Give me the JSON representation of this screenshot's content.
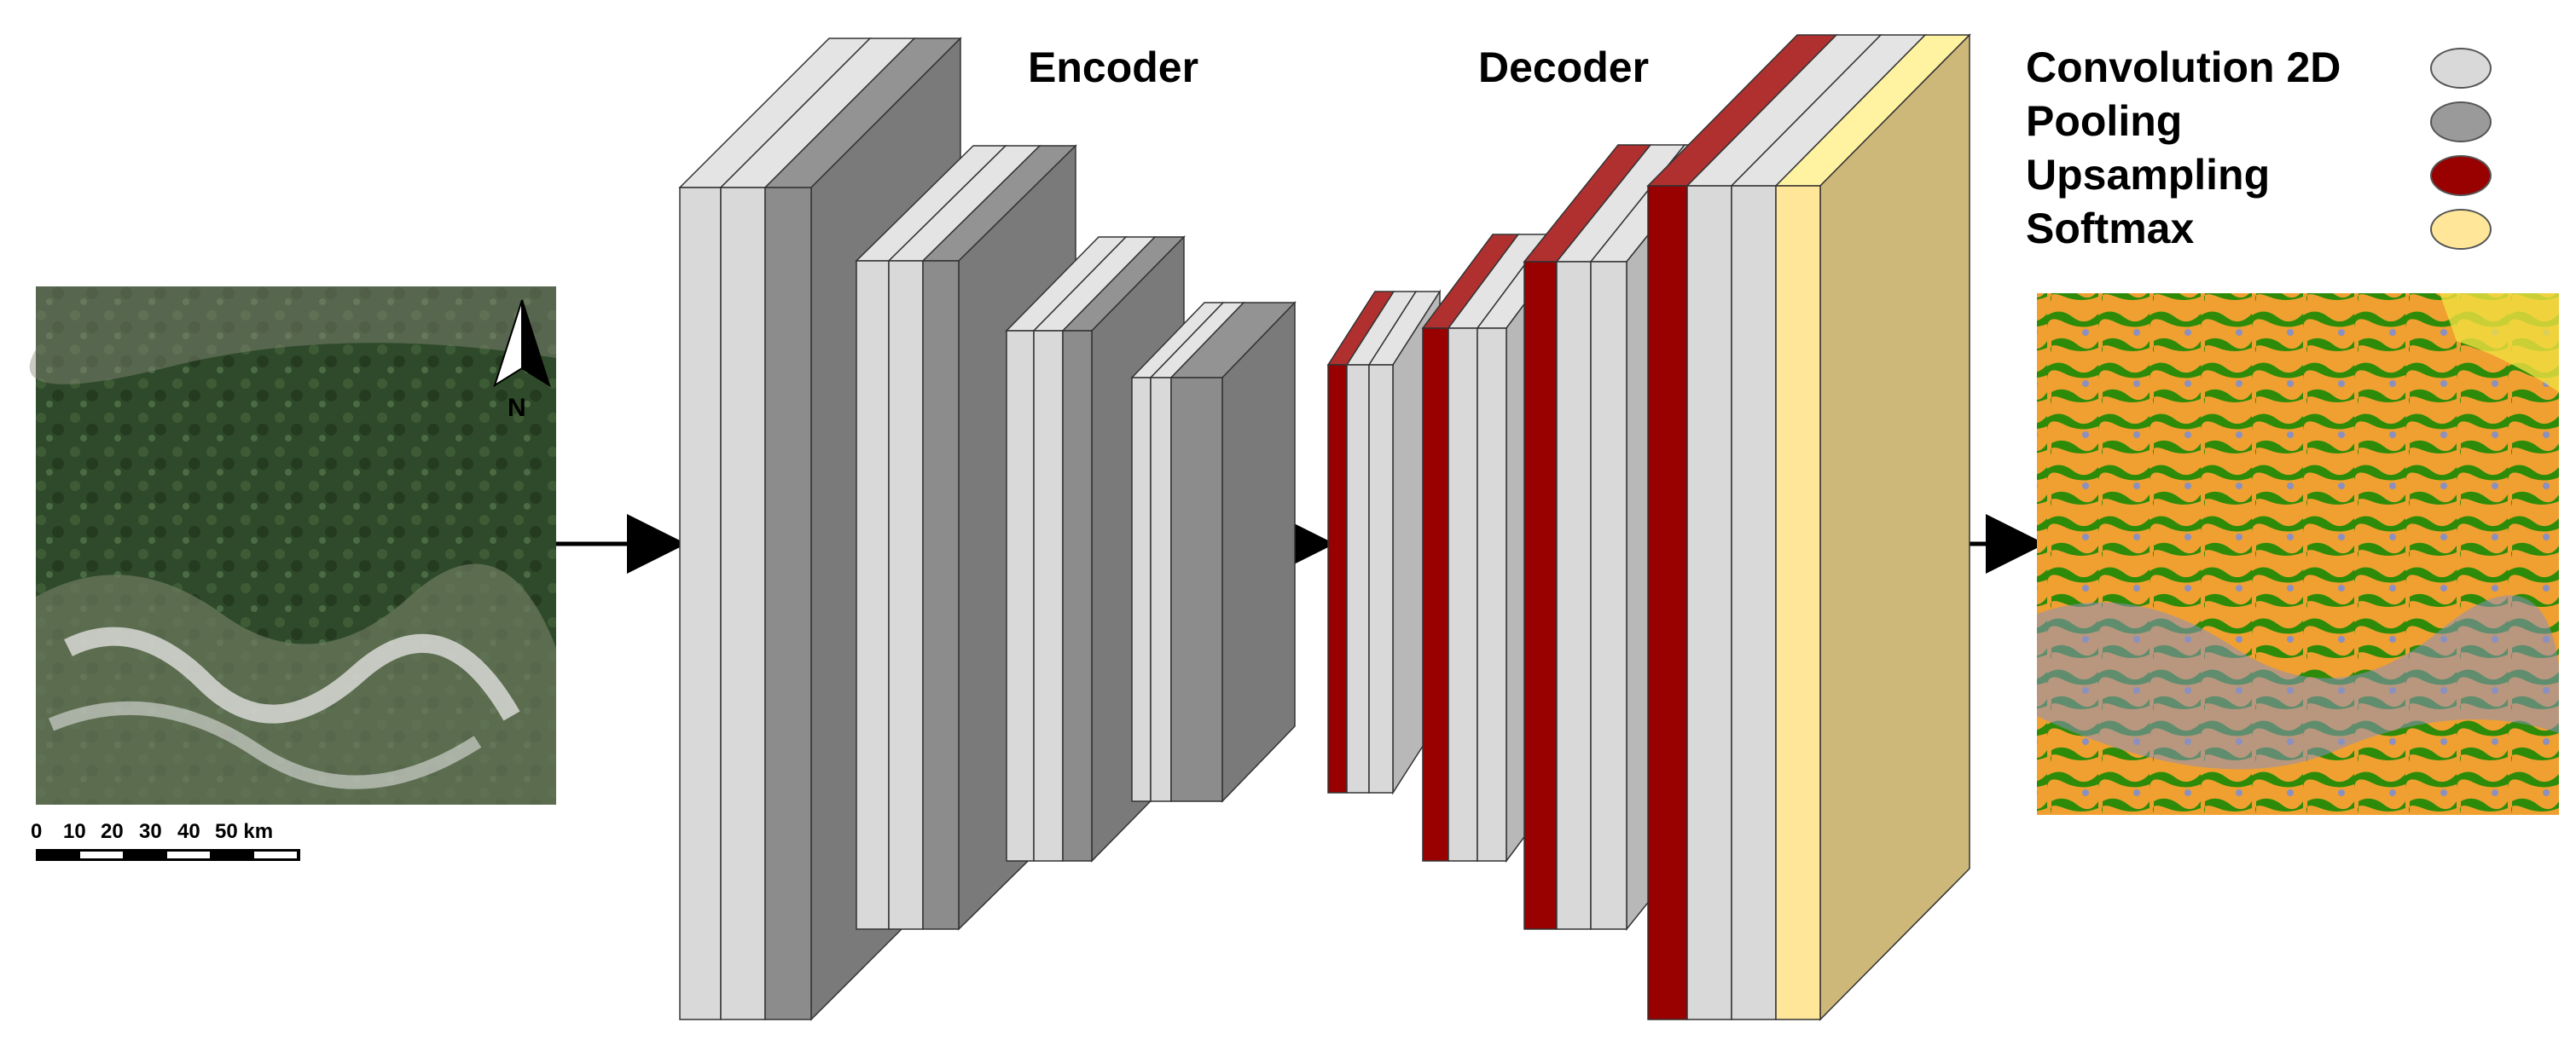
{
  "diagram": {
    "encoder_title": "Encoder",
    "decoder_title": "Decoder",
    "legend": [
      {
        "label": "Convolution 2D",
        "color": "#d9d9d9"
      },
      {
        "label": "Pooling",
        "color": "#9a9a9a"
      },
      {
        "label": "Upsampling",
        "color": "#990000"
      },
      {
        "label": "Softmax",
        "color": "#ffe699"
      }
    ],
    "input_image": {
      "north_label": "N",
      "scale_ticks": [
        "0",
        "10",
        "20",
        "30",
        "40",
        "50 km"
      ]
    },
    "colors": {
      "conv": "#d9d9d9",
      "pool": "#8c8c8c",
      "upsample": "#990000",
      "softmax_front": "#ffe699",
      "softmax_side": "#cdb87a",
      "forest": "#2f4a2a",
      "class_orange": "#f0a030",
      "class_green": "#2e8b0a",
      "class_blue": "#8a90c0"
    }
  }
}
